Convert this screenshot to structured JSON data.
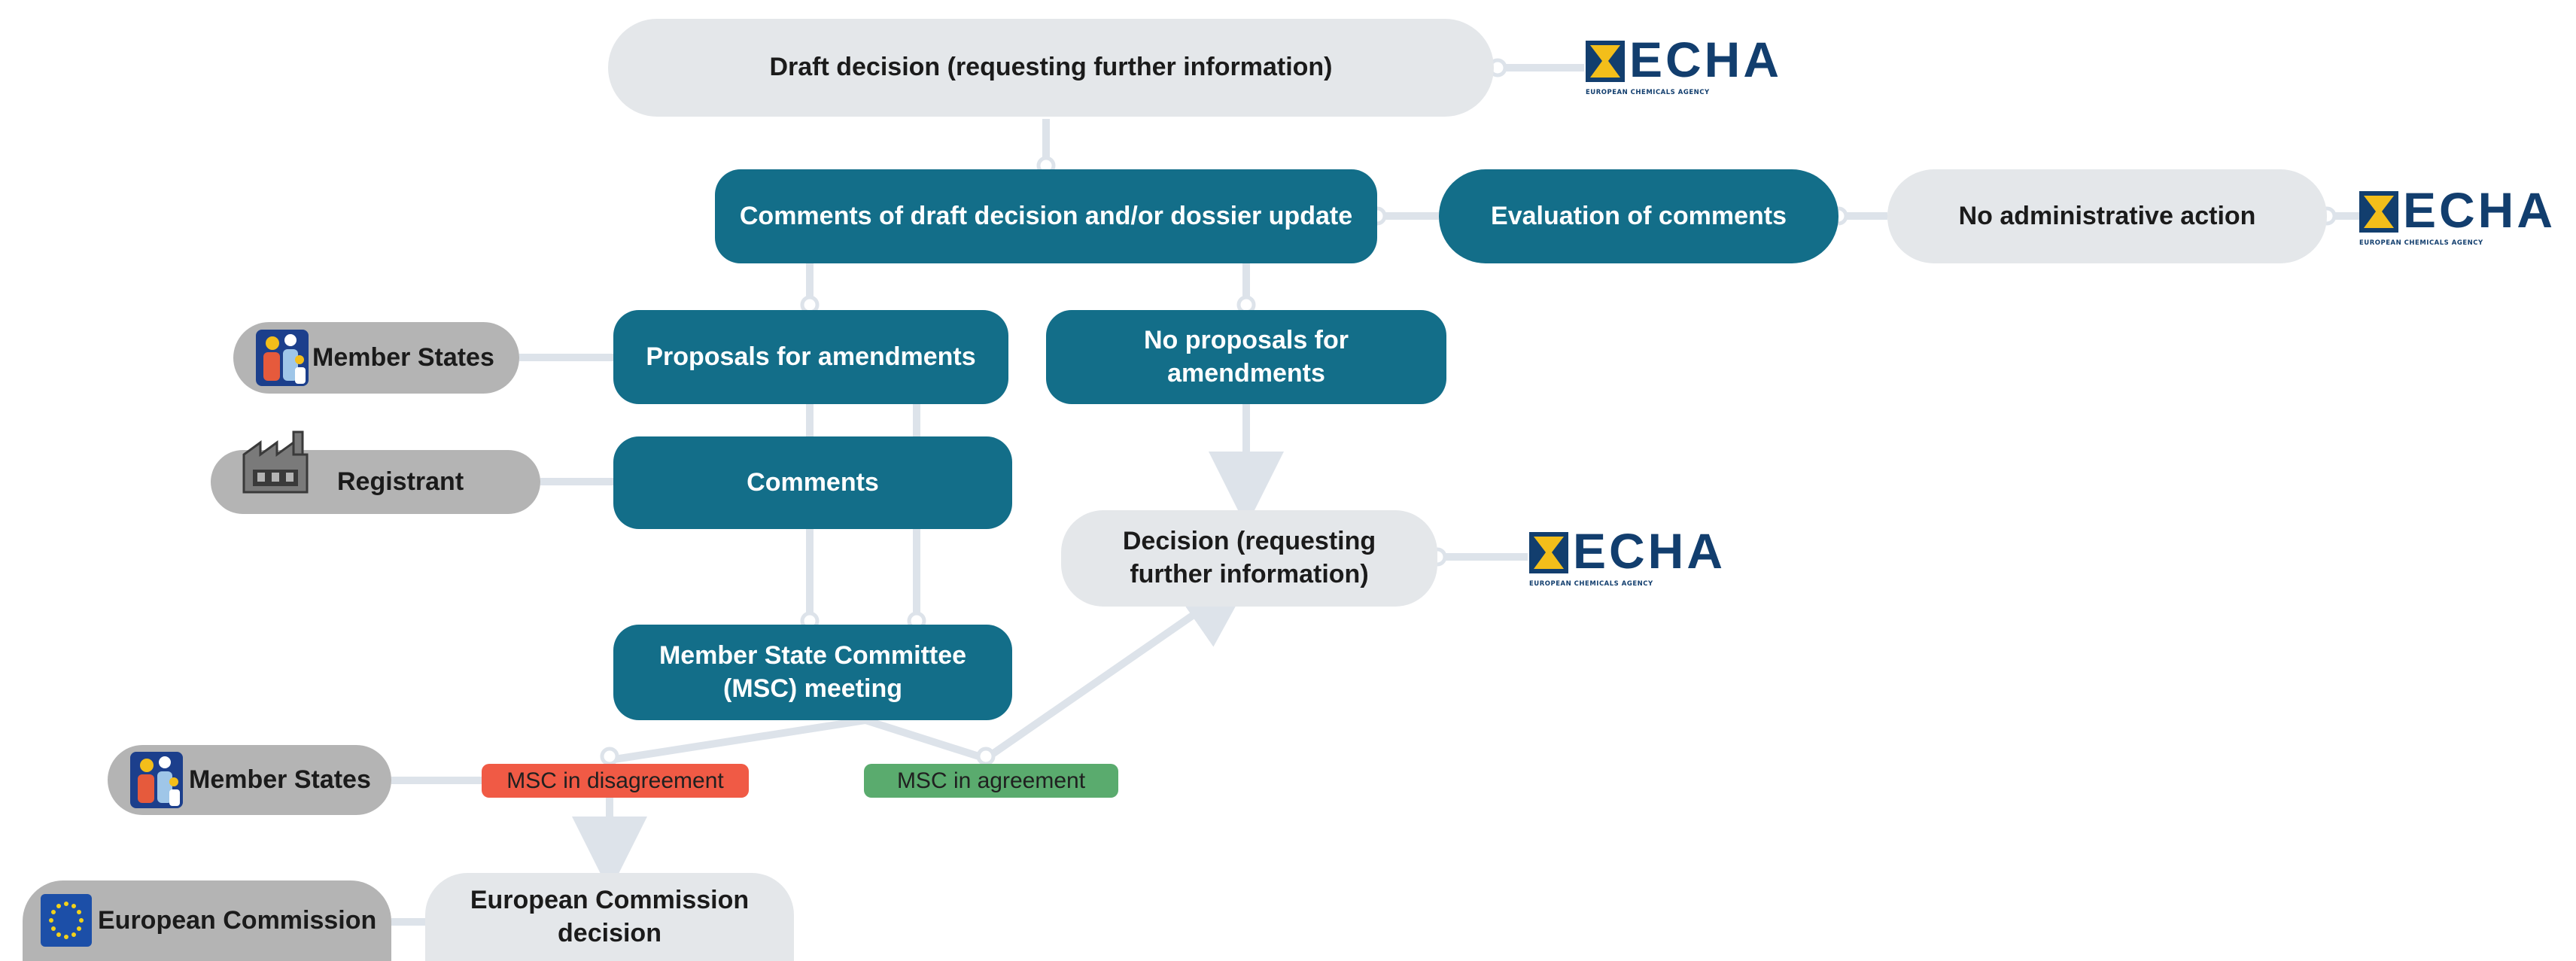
{
  "nodes": {
    "draft_decision": "Draft decision (requesting further information)",
    "comments_draft": "Comments of draft decision and/or dossier update",
    "evaluation": "Evaluation of comments",
    "no_admin": "No administrative action",
    "proposals": "Proposals for amendments",
    "no_proposals": "No proposals for amendments",
    "comments": "Comments",
    "decision": "Decision (requesting further information)",
    "msc_meeting": "Member State Committee (MSC) meeting",
    "ec_decision": "European Commission decision"
  },
  "actors": {
    "member_states_1": "Member States",
    "registrant": "Registrant",
    "member_states_2": "Member States",
    "european_commission": "European Commission"
  },
  "tags": {
    "msc_disagreement": "MSC in disagreement",
    "msc_agreement": "MSC in agreement"
  },
  "logo": {
    "wordmark": "ECHA",
    "subtitle": "EUROPEAN CHEMICALS AGENCY"
  },
  "colors": {
    "teal": "#136e89",
    "grey_node": "#e4e7ea",
    "actor_grey": "#b4b4b4",
    "connector": "#dde3ea",
    "disagreement": "#f05a45",
    "agreement": "#5aab6e",
    "echa_navy": "#123e6e",
    "echa_yellow": "#f3be1a"
  },
  "icons": [
    "echa-logo-icon",
    "people-icon",
    "factory-icon",
    "eu-flag-icon"
  ]
}
